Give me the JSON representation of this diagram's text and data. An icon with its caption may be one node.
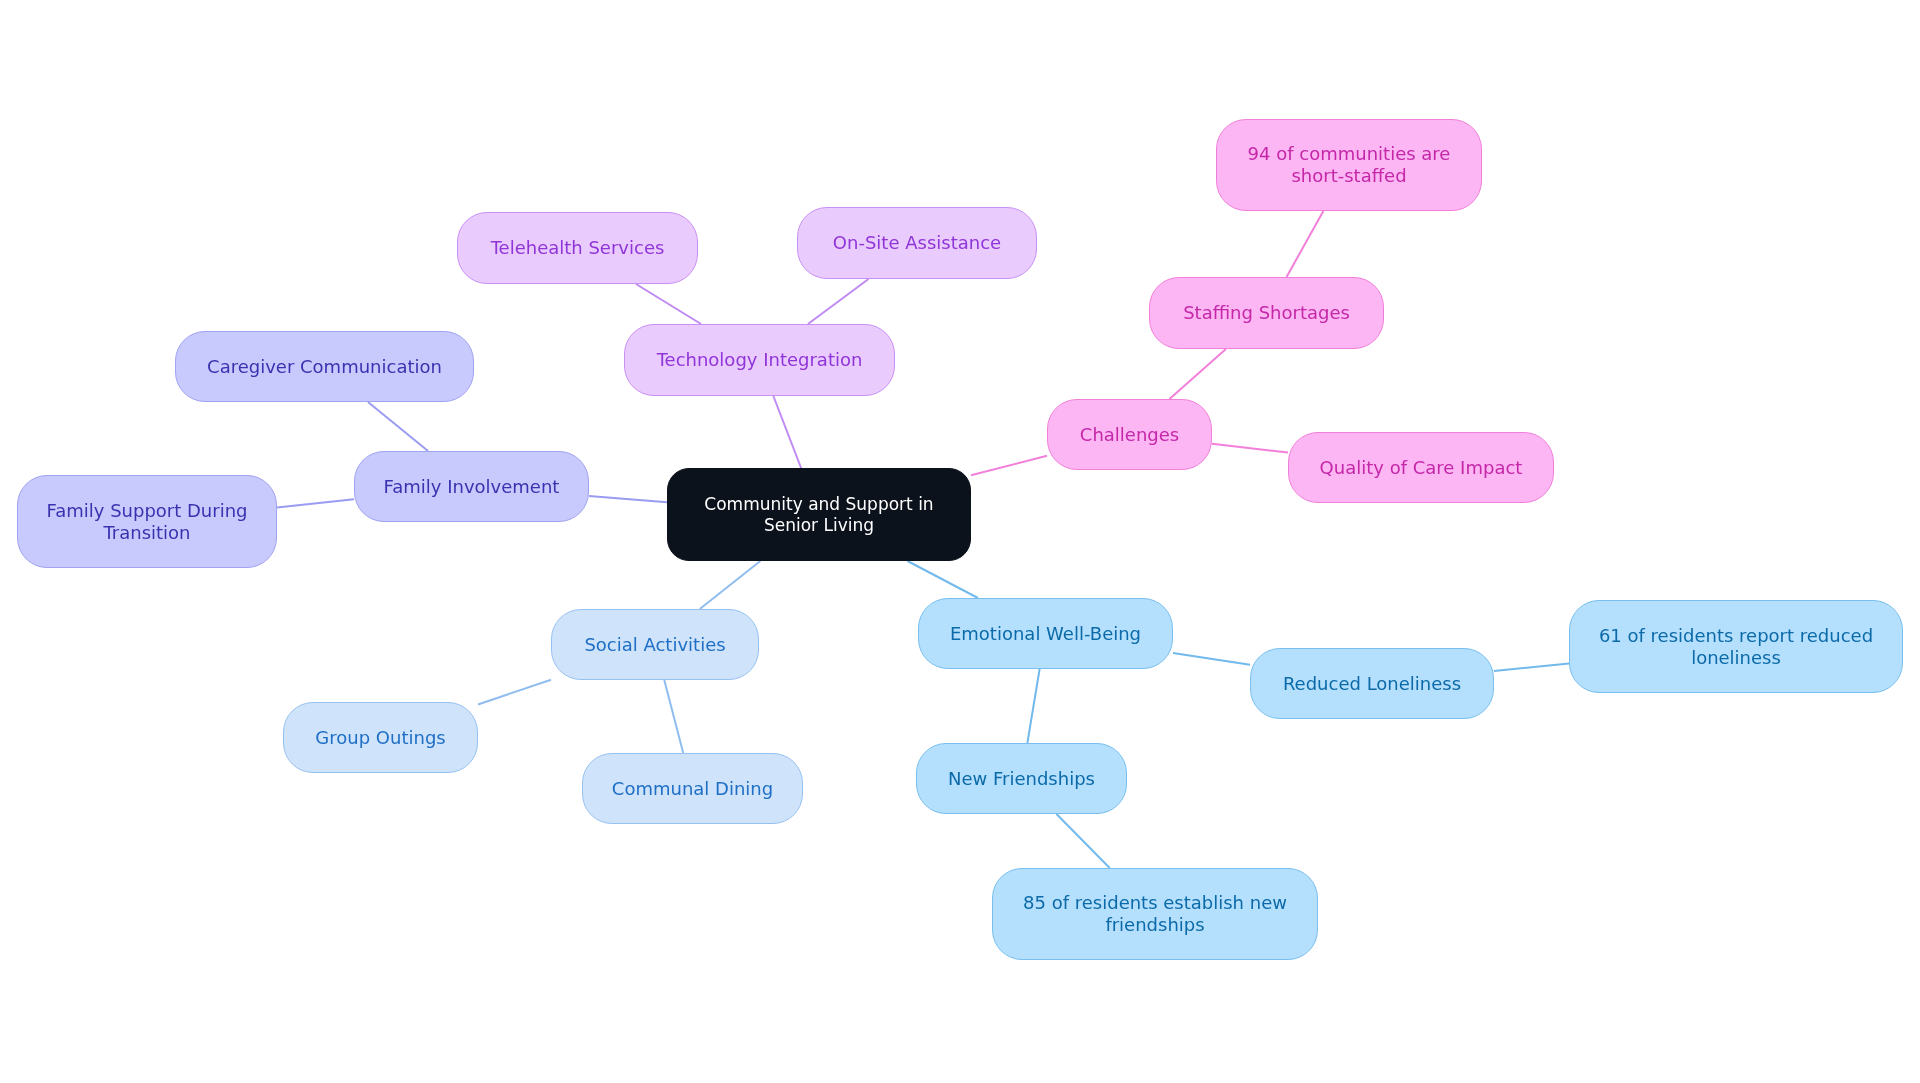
{
  "diagram": {
    "nodes": [
      {
        "text": [
          "Community and Support in Senior Living"
        ]
      },
      {
        "text": [
          "Technology Integration"
        ]
      },
      {
        "text": [
          "Telehealth Services"
        ]
      },
      {
        "text": [
          "On-Site Assistance"
        ]
      },
      {
        "text": [
          "Challenges"
        ]
      },
      {
        "text": [
          "Staffing Shortages"
        ]
      },
      {
        "text": [
          "94 of communities are short-staffed"
        ]
      },
      {
        "text": [
          "Quality of Care Impact"
        ]
      },
      {
        "text": [
          "Emotional Well-Being"
        ]
      },
      {
        "text": [
          "Reduced Loneliness"
        ]
      },
      {
        "text": [
          "61 of residents report reduced loneliness"
        ]
      },
      {
        "text": [
          "New Friendships"
        ]
      },
      {
        "text": [
          "85 of residents establish new friendships"
        ]
      },
      {
        "text": [
          "Social Activities"
        ]
      },
      {
        "text": [
          "Group Outings"
        ]
      },
      {
        "text": [
          "Communal Dining"
        ]
      },
      {
        "text": [
          "Family Involvement"
        ]
      },
      {
        "text": [
          "Caregiver Communication"
        ]
      },
      {
        "text": [
          "Family Support During Transition"
        ]
      }
    ],
    "edges": [
      {
        "from": 0,
        "to": 1,
        "arrow": "none",
        "color": "#c08af5"
      },
      {
        "from": 1,
        "to": 2,
        "arrow": "none",
        "color": "#c08af5"
      },
      {
        "from": 1,
        "to": 3,
        "arrow": "none",
        "color": "#c08af5"
      },
      {
        "from": 0,
        "to": 4,
        "arrow": "none",
        "color": "#f27fd9"
      },
      {
        "from": 4,
        "to": 5,
        "arrow": "none",
        "color": "#f27fd9"
      },
      {
        "from": 5,
        "to": 6,
        "arrow": "none",
        "color": "#f27fd9"
      },
      {
        "from": 4,
        "to": 7,
        "arrow": "none",
        "color": "#f27fd9"
      },
      {
        "from": 0,
        "to": 8,
        "arrow": "none",
        "color": "#72b9ec"
      },
      {
        "from": 8,
        "to": 9,
        "arrow": "none",
        "color": "#72b9ec"
      },
      {
        "from": 9,
        "to": 10,
        "arrow": "none",
        "color": "#72b9ec"
      },
      {
        "from": 8,
        "to": 11,
        "arrow": "none",
        "color": "#72b9ec"
      },
      {
        "from": 11,
        "to": 12,
        "arrow": "none",
        "color": "#72b9ec"
      },
      {
        "from": 0,
        "to": 13,
        "arrow": "none",
        "color": "#90bdf0"
      },
      {
        "from": 13,
        "to": 14,
        "arrow": "none",
        "color": "#90bdf0"
      },
      {
        "from": 13,
        "to": 15,
        "arrow": "none",
        "color": "#90bdf0"
      },
      {
        "from": 0,
        "to": 16,
        "arrow": "none",
        "color": "#9a9cf2"
      },
      {
        "from": 16,
        "to": 17,
        "arrow": "none",
        "color": "#9a9cf2"
      },
      {
        "from": 16,
        "to": 18,
        "arrow": "none",
        "color": "#9a9cf2"
      }
    ]
  }
}
